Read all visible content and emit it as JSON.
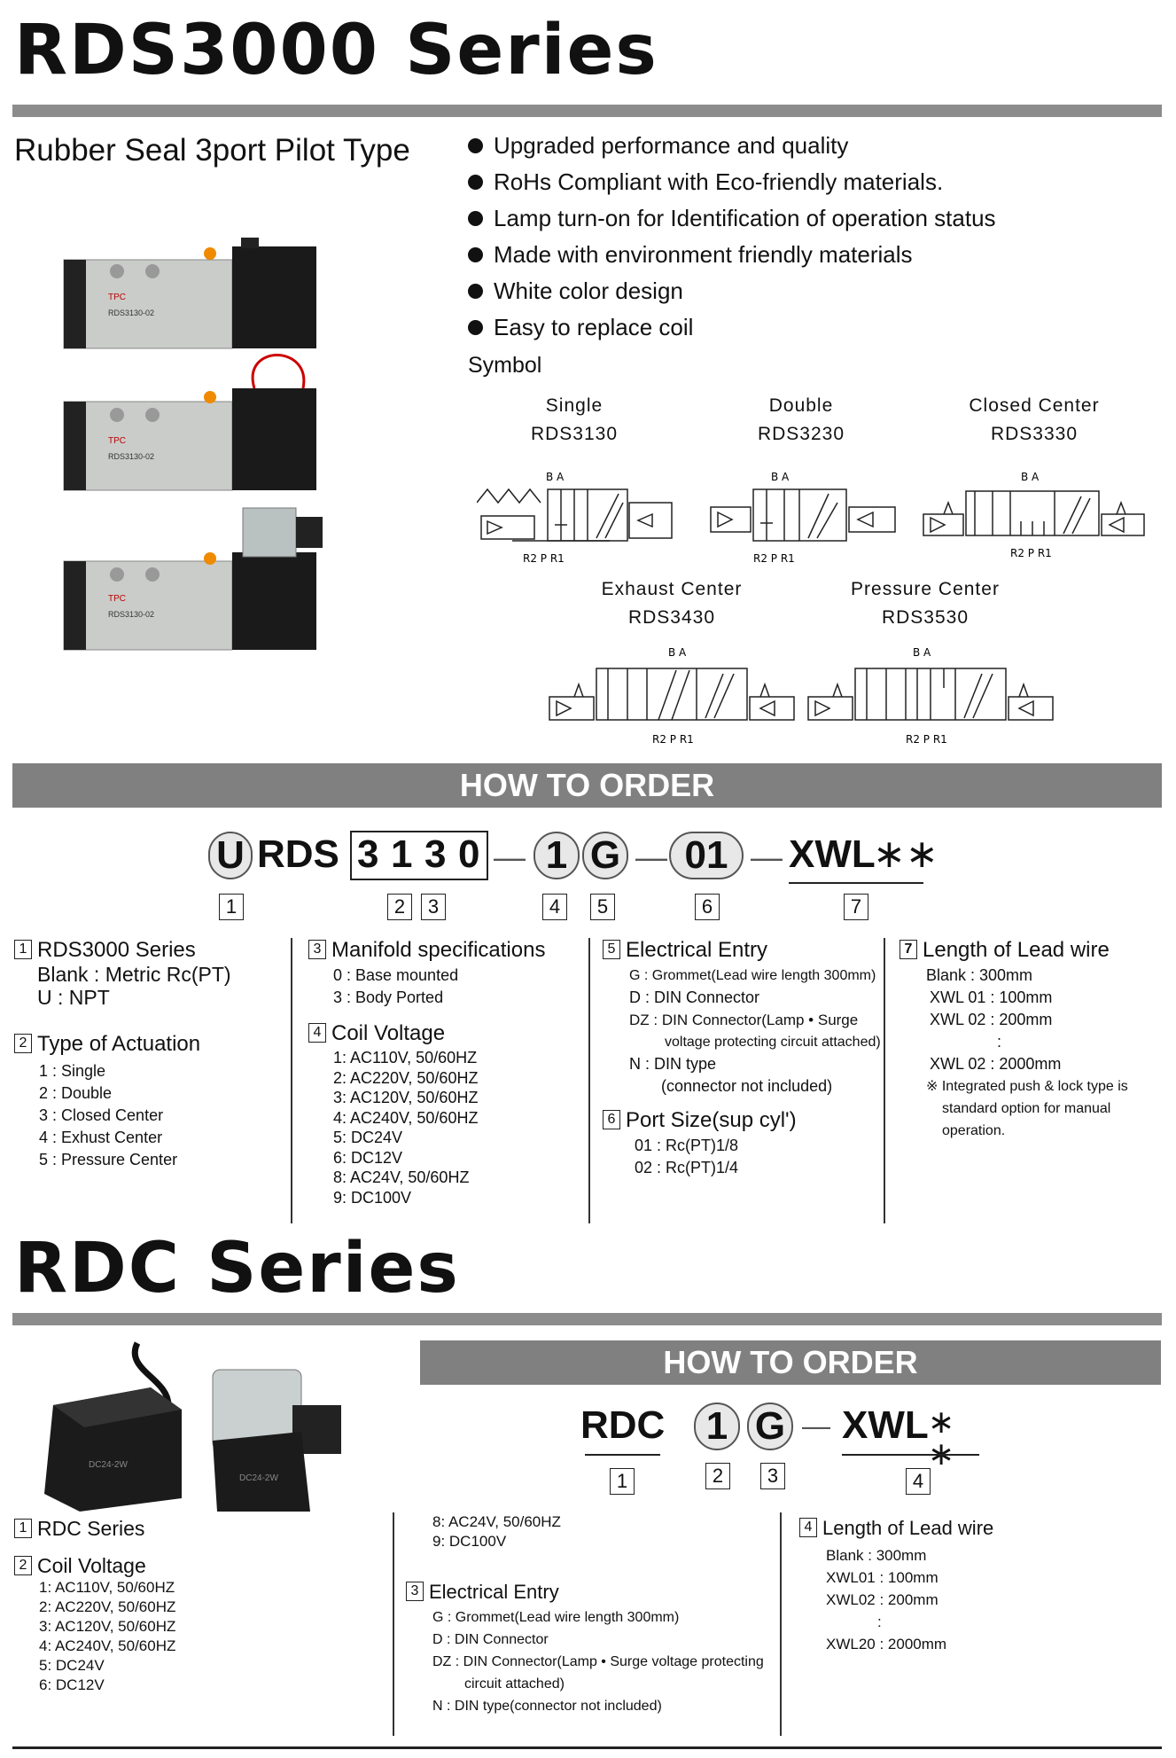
{
  "rds": {
    "title": "RDS3000 Series",
    "subtitle": "Rubber Seal 3port Pilot Type",
    "features": [
      "Upgraded performance and quality",
      "RoHs Compliant with Eco-friendly materials.",
      "Lamp turn-on for Identification of operation status",
      "Made with environment friendly materials",
      "White color design",
      "Easy to replace coil"
    ],
    "symbol_heading": "Symbol",
    "symbols": [
      {
        "name": "Single",
        "model": "RDS3130"
      },
      {
        "name": "Double",
        "model": "RDS3230"
      },
      {
        "name": "Closed Center",
        "model": "RDS3330"
      },
      {
        "name": "Exhaust Center",
        "model": "RDS3430"
      },
      {
        "name": "Pressure Center",
        "model": "RDS3530"
      }
    ],
    "port_top": "B A",
    "port_bottom": "R2 P R1",
    "how_to_order": "HOW TO ORDER",
    "code_parts": [
      "U",
      "RDS",
      "3",
      "1",
      "3",
      "0",
      "1",
      "G",
      "01",
      "XWL",
      "∗∗"
    ],
    "code_dash": "—",
    "code_nums": [
      "1",
      "2",
      "3",
      "4",
      "5",
      "6",
      "7"
    ],
    "col1": {
      "h1_num": "1",
      "h1": "RDS3000 Series",
      "h1_items": [
        "Blank : Metric Rc(PT)",
        "U : NPT"
      ],
      "h2_num": "2",
      "h2": "Type of Actuation",
      "h2_items": [
        "1 : Single",
        "2 : Double",
        "3 : Closed Center",
        "4 : Exhust Center",
        "5 : Pressure Center"
      ]
    },
    "col2": {
      "h1_num": "3",
      "h1": "Manifold specifications",
      "h1_items": [
        "0 : Base mounted",
        "3 : Body Ported"
      ],
      "h2_num": "4",
      "h2": "Coil Voltage",
      "h2_items": [
        "1: AC110V, 50/60HZ",
        "2: AC220V, 50/60HZ",
        "3: AC120V, 50/60HZ",
        "4: AC240V, 50/60HZ",
        "5: DC24V",
        "6: DC12V",
        "8: AC24V, 50/60HZ",
        "9: DC100V"
      ]
    },
    "col3": {
      "h1_num": "5",
      "h1": "Electrical Entry",
      "h1_items": [
        "G : Grommet(Lead wire length 300mm)",
        "D : DIN Connector",
        "DZ : DIN Connector(Lamp • Surge",
        "voltage protecting circuit attached)",
        "N : DIN type",
        "(connector not included)"
      ],
      "h2_num": "6",
      "h2": "Port Size(sup cyl')",
      "h2_items": [
        "01 : Rc(PT)1/8",
        "02 : Rc(PT)1/4"
      ]
    },
    "col4": {
      "h1_num": "7",
      "h1": "Length of Lead wire",
      "h1_items": [
        "Blank : 300mm",
        "XWL 01 : 100mm",
        "XWL 02 : 200mm",
        ":",
        "XWL 02 : 2000mm"
      ],
      "note": [
        "※ Integrated push & lock type is",
        "standard option for manual",
        "operation."
      ]
    }
  },
  "rdc": {
    "title": "RDC Series",
    "how_to_order": "HOW TO ORDER",
    "code_parts": [
      "RDC",
      "1",
      "G",
      "XWL",
      "∗ ∗"
    ],
    "code_dash": "—",
    "code_nums": [
      "1",
      "2",
      "3",
      "4"
    ],
    "col1": {
      "h1_num": "1",
      "h1": "RDC Series",
      "h2_num": "2",
      "h2": "Coil Voltage",
      "h2_items": [
        "1: AC110V, 50/60HZ",
        "2: AC220V, 50/60HZ",
        "3: AC120V, 50/60HZ",
        "4: AC240V, 50/60HZ",
        "5: DC24V",
        "6: DC12V"
      ]
    },
    "col2": {
      "top_items": [
        "8: AC24V, 50/60HZ",
        "9: DC100V"
      ],
      "h1_num": "3",
      "h1": "Electrical Entry",
      "h1_items": [
        "G : Grommet(Lead wire length 300mm)",
        "D : DIN Connector",
        "DZ : DIN Connector(Lamp • Surge voltage protecting",
        "circuit attached)",
        "N : DIN type(connector not included)"
      ]
    },
    "col3": {
      "h1_num": "4",
      "h1": "Length of Lead wire",
      "h1_items": [
        "Blank : 300mm",
        "XWL01 : 100mm",
        "XWL02 : 200mm",
        ":",
        "XWL20 : 2000mm"
      ]
    }
  }
}
